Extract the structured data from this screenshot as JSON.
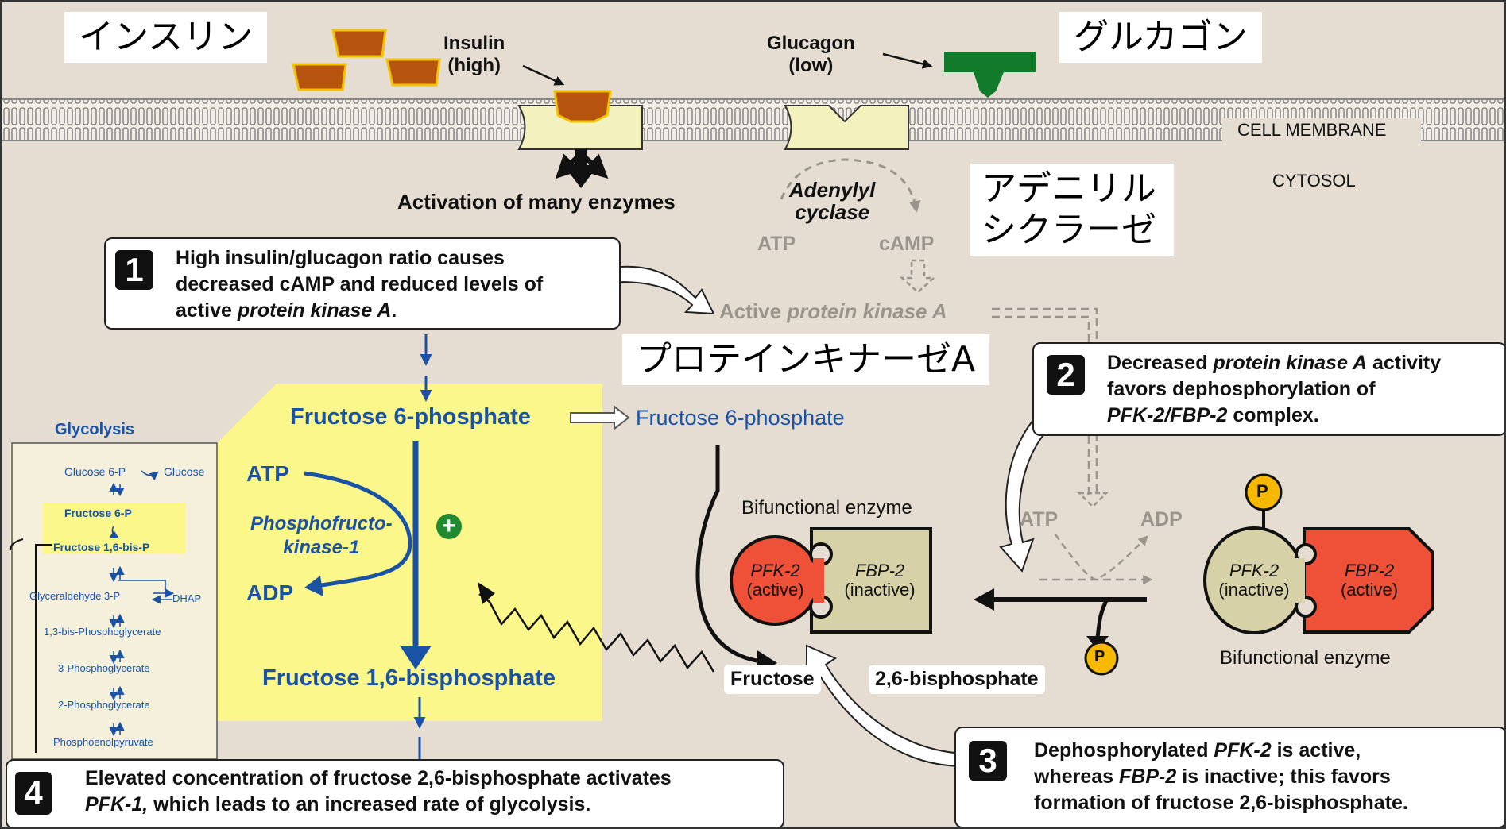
{
  "japanese_labels": {
    "insulin": "インスリン",
    "glucagon": "グルカゴン",
    "adenylyl_cyclase": "アデニリル\nシクラーゼ",
    "protein_kinase_a": "プロテインキナーゼA"
  },
  "top": {
    "insulin": "Insulin",
    "insulin_level": "(high)",
    "glucagon": "Glucagon",
    "glucagon_level": "(low)",
    "cell_membrane": "CELL MEMBRANE",
    "cytosol": "CYTOSOL",
    "activation": "Activation of many enzymes",
    "adenylyl_cyclase_1": "Adenylyl",
    "adenylyl_cyclase_2": "cyclase",
    "atp": "ATP",
    "camp": "cAMP",
    "active_pka_prefix": "Active ",
    "active_pka_italic": "protein kinase A"
  },
  "steps": {
    "s1_num": "1",
    "s1_l1": "High insulin/glucagon ratio causes",
    "s1_l2": "decreased cAMP and reduced levels of",
    "s1_l3_a": "active ",
    "s1_l3_i": "protein kinase A",
    "s1_l3_b": ".",
    "s2_num": "2",
    "s2_l1_a": "Decreased ",
    "s2_l1_i": "protein kinase A",
    "s2_l1_b": " activity",
    "s2_l2": "favors dephosphorylation of",
    "s2_l3_i": "PFK-2/FBP-2",
    "s2_l3_b": " complex.",
    "s3_num": "3",
    "s3_l1_a": "Dephosphorylated ",
    "s3_l1_i": "PFK-2",
    "s3_l1_b": " is active,",
    "s3_l2_a": "whereas ",
    "s3_l2_i": "FBP-2",
    "s3_l2_b": " is inactive; this favors",
    "s3_l3": "formation of fructose 2,6-bisphosphate.",
    "s4_num": "4",
    "s4_l1": "Elevated concentration of fructose 2,6-bisphosphate activates",
    "s4_l2_i": "PFK-1,",
    "s4_l2_b": " which leads to an increased rate of glycolysis."
  },
  "center": {
    "f6p": "Fructose 6-phosphate",
    "f6p_right": "Fructose 6-phosphate",
    "atp": "ATP",
    "adp": "ADP",
    "pfk1_1": "Phosphofructo-",
    "pfk1_2": "kinase-1",
    "f16bp": "Fructose 1,6-bisphosphate",
    "plus": "+",
    "f26bp_a": "Fructose",
    "f26bp_b": "2,6-bisphosphate"
  },
  "enzyme": {
    "bifunctional_left": "Bifunctional enzyme",
    "bifunctional_right": "Bifunctional enzyme",
    "pfk2_active_1": "PFK-2",
    "pfk2_active_2": "(active)",
    "fbp2_inactive_1": "FBP-2",
    "fbp2_inactive_2": "(inactive)",
    "pfk2_inactive_1": "PFK-2",
    "pfk2_inactive_2": "(inactive)",
    "fbp2_active_1": "FBP-2",
    "fbp2_active_2": "(active)",
    "atp": "ATP",
    "adp": "ADP",
    "p": "P"
  },
  "glycolysis": {
    "title": "Glycolysis",
    "glucose6p": "Glucose 6-P",
    "glucose": "Glucose",
    "f6p": "Fructose 6-P",
    "f16bp": "Fructose 1,6-bis-P",
    "g3p": "Glyceraldehyde 3-P",
    "dhap": "DHAP",
    "bpg13": "1,3-bis-Phosphoglycerate",
    "pg3": "3-Phosphoglycerate",
    "pg2": "2-Phosphoglycerate",
    "pep": "Phosphoenolpyruvate"
  },
  "colors": {
    "background": "#e5ddd1",
    "blue": "#1a53a6",
    "yellow": "#fbf78a",
    "insulin": "#b5530f",
    "glucagon": "#127a2b",
    "pfk2_red": "#ee5138",
    "fbp2_khaki": "#d6d1a6",
    "phosphate": "#f7b800"
  }
}
